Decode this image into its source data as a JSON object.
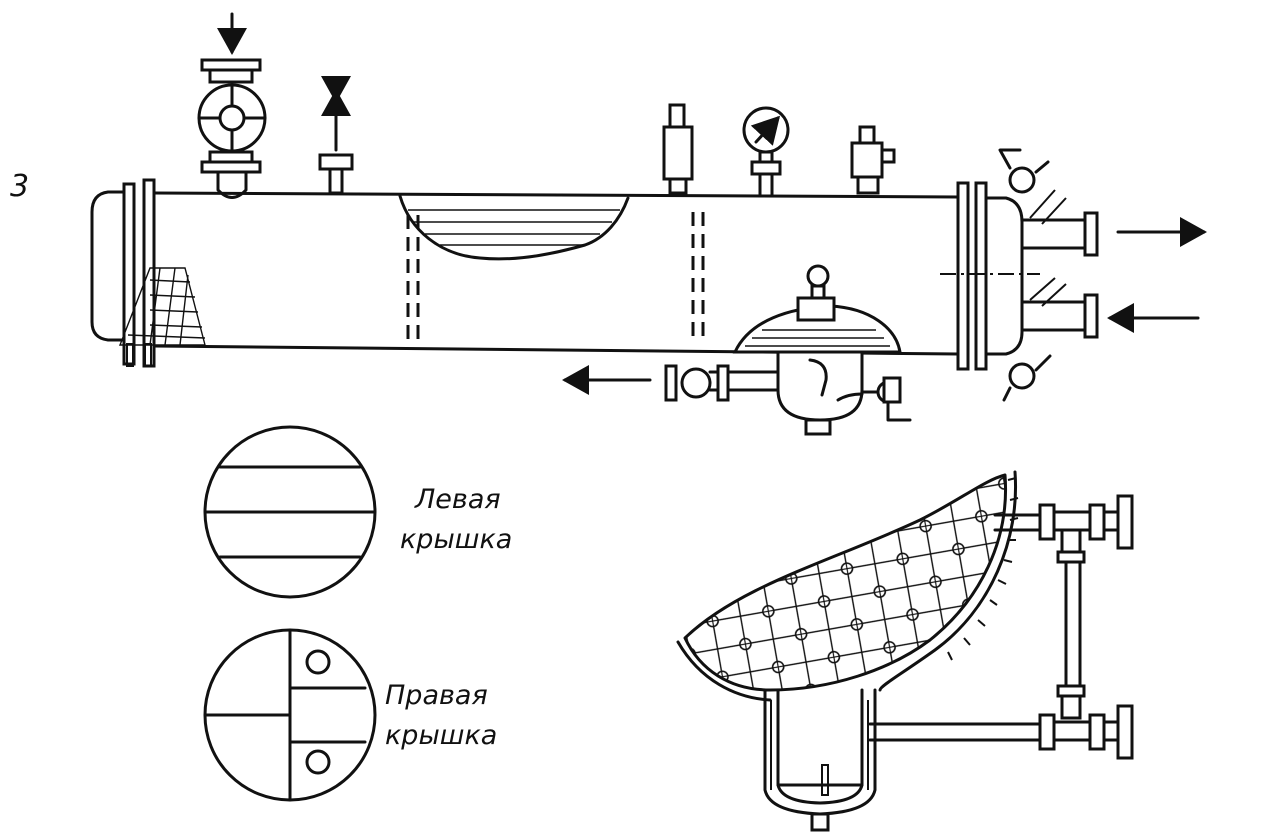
{
  "figure": {
    "number": "3",
    "labels": {
      "left_cover_line1": "Левая",
      "left_cover_line2": "крышка",
      "right_cover_line1": "Правая",
      "right_cover_line2": "крышка"
    }
  }
}
